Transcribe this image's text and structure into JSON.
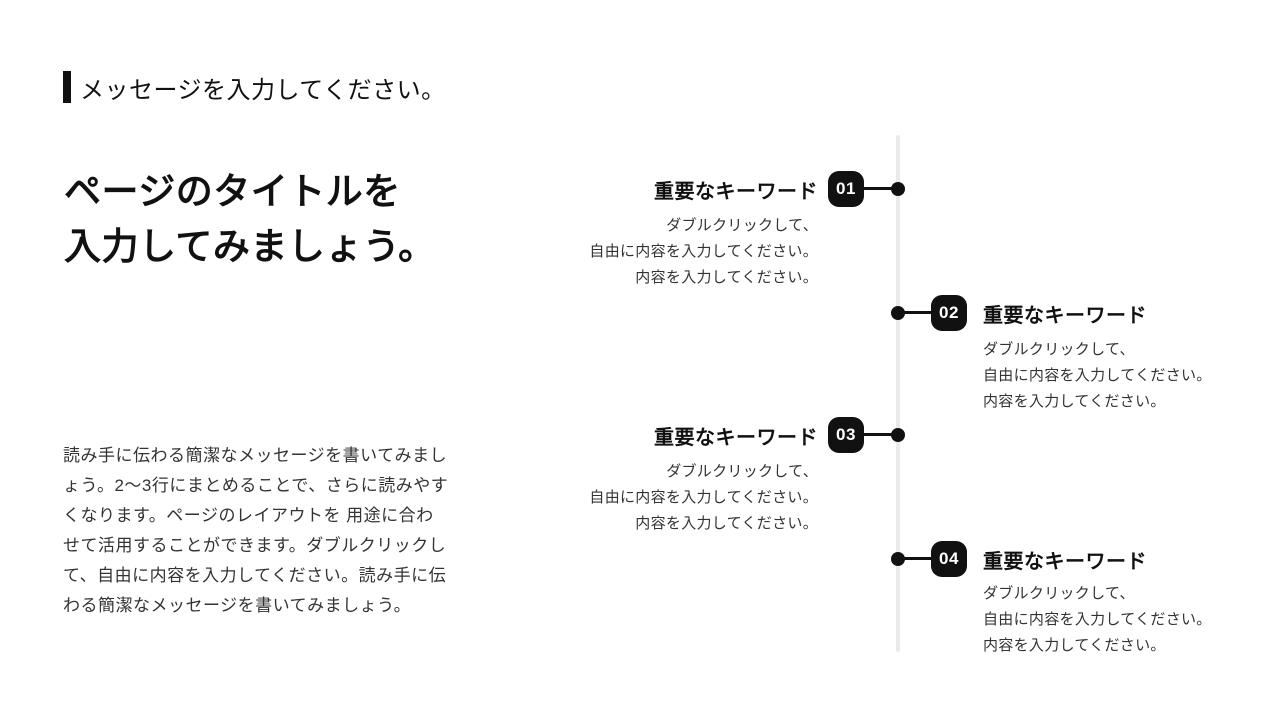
{
  "slide": {
    "kicker": "メッセージを入力してください。",
    "title_lines": [
      "ページのタイトルを",
      "入力してみましょう。"
    ],
    "body": "読み手に伝わる簡潔なメッセージを書いてみましょう。2〜3行にまとめることで、さらに読みやすくなります。ページのレイアウトを 用途に合わせて活用することができます。ダブルクリックして、自由に内容を入力してください。読み手に伝わる簡潔なメッセージを書いてみましょう。"
  },
  "timeline": {
    "items": [
      {
        "number": "01",
        "side": "left",
        "heading": "重要なキーワード",
        "description": [
          "ダブルクリックして、",
          "自由に内容を入力してください。",
          "内容を入力してください。"
        ]
      },
      {
        "number": "02",
        "side": "right",
        "heading": "重要なキーワード",
        "description": [
          "ダブルクリックして、",
          "自由に内容を入力してください。",
          "内容を入力してください。"
        ]
      },
      {
        "number": "03",
        "side": "left",
        "heading": "重要なキーワード",
        "description": [
          "ダブルクリックして、",
          "自由に内容を入力してください。",
          "内容を入力してください。"
        ]
      },
      {
        "number": "04",
        "side": "right",
        "heading": "重要なキーワード",
        "description": [
          "ダブルクリックして、",
          "自由に内容を入力してください。",
          "内容を入力してください。"
        ]
      }
    ]
  },
  "colors": {
    "ink": "#111111",
    "muted": "#333333",
    "rail": "#eaeaea",
    "bg": "#ffffff"
  }
}
